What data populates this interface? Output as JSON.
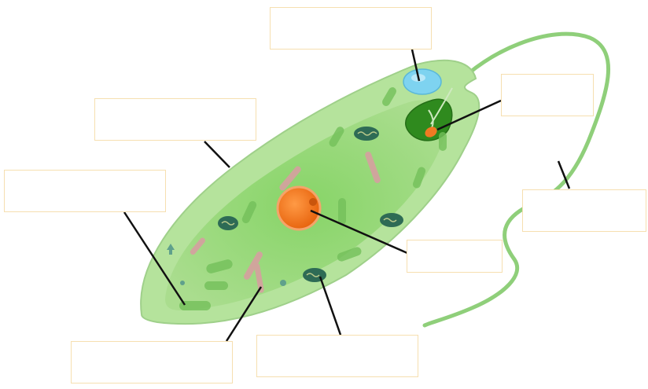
{
  "diagram": {
    "subject": "euglena cell",
    "colors": {
      "cell_body": "#a9dd8f",
      "cell_outline": "#9fd08a",
      "cytoplasm": "#7cd05a",
      "flagellum": "#8fcf7a",
      "eyespot_reservoir": "#2f8a1e",
      "contractile_vacuole": "#7ed3f0",
      "nucleus": "#f07a22",
      "chloroplast": "#2e6b55",
      "paramylon": "#d6a0a0",
      "label_border": "#f6dfb0",
      "leader_line": "#111111"
    },
    "labels": [
      {
        "id": "top",
        "text": ""
      },
      {
        "id": "upper-right",
        "text": ""
      },
      {
        "id": "upper-left",
        "text": ""
      },
      {
        "id": "left",
        "text": ""
      },
      {
        "id": "right",
        "text": ""
      },
      {
        "id": "center-right",
        "text": ""
      },
      {
        "id": "bottom-left",
        "text": ""
      },
      {
        "id": "bottom-center",
        "text": ""
      }
    ]
  }
}
